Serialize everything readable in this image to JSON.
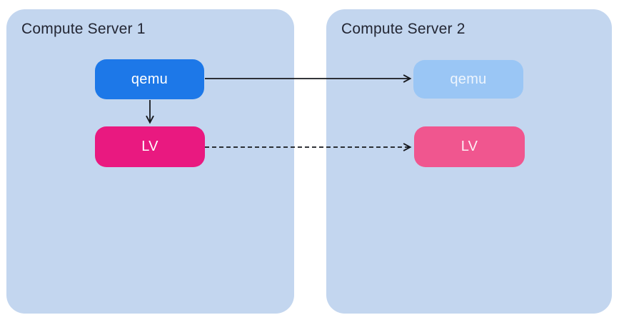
{
  "diagram": {
    "panels": [
      {
        "id": "server1",
        "title": "Compute Server 1",
        "bg": "#c3d6ef",
        "title_color": "#232633"
      },
      {
        "id": "server2",
        "title": "Compute Server 2",
        "bg": "#c3d6ef",
        "title_color": "#232633"
      }
    ],
    "nodes": [
      {
        "id": "qemu1",
        "label": "qemu",
        "panel": "server1",
        "bg": "#1d78e8",
        "text_color": "#ffffff"
      },
      {
        "id": "lv1",
        "label": "LV",
        "panel": "server1",
        "bg": "#e91980",
        "text_color": "#ffffff"
      },
      {
        "id": "qemu2",
        "label": "qemu",
        "panel": "server2",
        "bg": "#9ac6f5",
        "text_color": "#eef5fd"
      },
      {
        "id": "lv2",
        "label": "LV",
        "panel": "server2",
        "bg": "#f0568f",
        "text_color": "#fdeff5"
      }
    ],
    "edges": [
      {
        "from": "qemu1",
        "to": "qemu2",
        "style": "solid",
        "direction": "right"
      },
      {
        "from": "qemu1",
        "to": "lv1",
        "style": "solid",
        "direction": "down"
      },
      {
        "from": "lv1",
        "to": "lv2",
        "style": "dashed",
        "direction": "right"
      }
    ],
    "edge_color": "#16181d"
  }
}
